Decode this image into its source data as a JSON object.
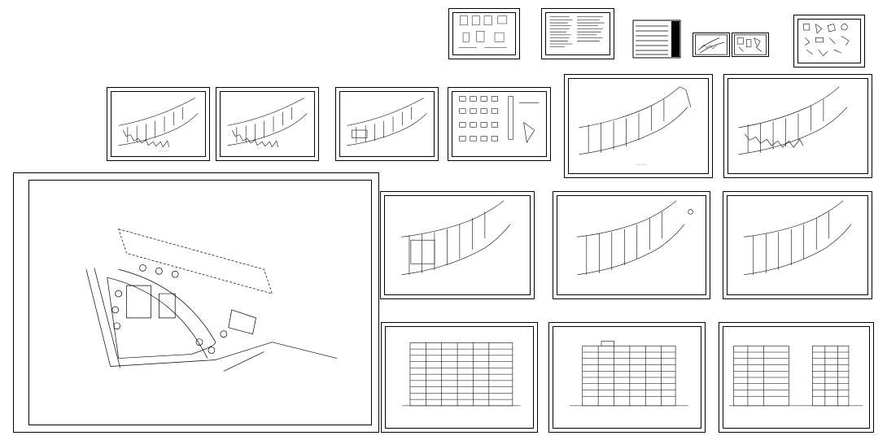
{
  "drawing_set": {
    "sheets": [
      {
        "id": "detail-sheet-1",
        "kind": "details"
      },
      {
        "id": "notes-sheet",
        "kind": "notes"
      },
      {
        "id": "legend-sheet",
        "kind": "notes"
      },
      {
        "id": "small-plan-a",
        "kind": "details"
      },
      {
        "id": "small-plan-b",
        "kind": "details"
      },
      {
        "id": "detail-sheet-2",
        "kind": "details"
      },
      {
        "id": "plan-1",
        "kind": "curved-plan"
      },
      {
        "id": "plan-2",
        "kind": "curved-plan"
      },
      {
        "id": "plan-3",
        "kind": "curved-plan"
      },
      {
        "id": "detail-sheet-3",
        "kind": "details"
      },
      {
        "id": "plan-4",
        "kind": "curved-plan"
      },
      {
        "id": "plan-5",
        "kind": "curved-plan"
      },
      {
        "id": "site-plan",
        "kind": "site-plan"
      },
      {
        "id": "plan-6",
        "kind": "curved-plan"
      },
      {
        "id": "plan-7",
        "kind": "curved-plan"
      },
      {
        "id": "plan-8",
        "kind": "curved-plan"
      },
      {
        "id": "elevation-1",
        "kind": "elevation"
      },
      {
        "id": "elevation-2",
        "kind": "elevation"
      },
      {
        "id": "elevation-3",
        "kind": "elevation"
      }
    ]
  },
  "colors": {
    "line": "#000000",
    "background": "#ffffff"
  }
}
